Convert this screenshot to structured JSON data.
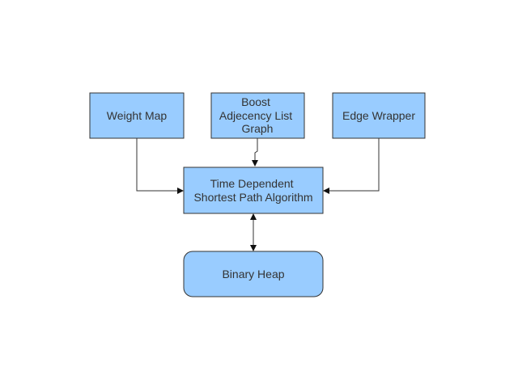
{
  "nodes": {
    "weight_map": {
      "label_lines": [
        "Weight Map"
      ]
    },
    "adjacency_graph": {
      "label_lines": [
        "Boost",
        "Adjecency List",
        "Graph"
      ]
    },
    "edge_wrapper": {
      "label_lines": [
        "Edge Wrapper"
      ]
    },
    "algorithm": {
      "label_lines": [
        "Time Dependent",
        "Shortest Path Algorithm"
      ]
    },
    "binary_heap": {
      "label_lines": [
        "Binary Heap"
      ]
    }
  },
  "edges": [
    {
      "from": "weight_map",
      "to": "algorithm",
      "direction": "forward"
    },
    {
      "from": "adjacency_graph",
      "to": "algorithm",
      "direction": "forward"
    },
    {
      "from": "edge_wrapper",
      "to": "algorithm",
      "direction": "forward"
    },
    {
      "from": "algorithm",
      "to": "binary_heap",
      "direction": "both"
    }
  ],
  "colors": {
    "node_fill": "#99ccff",
    "node_stroke": "#333333",
    "edge_stroke": "#333333",
    "text": "#333333",
    "background": "#ffffff"
  }
}
